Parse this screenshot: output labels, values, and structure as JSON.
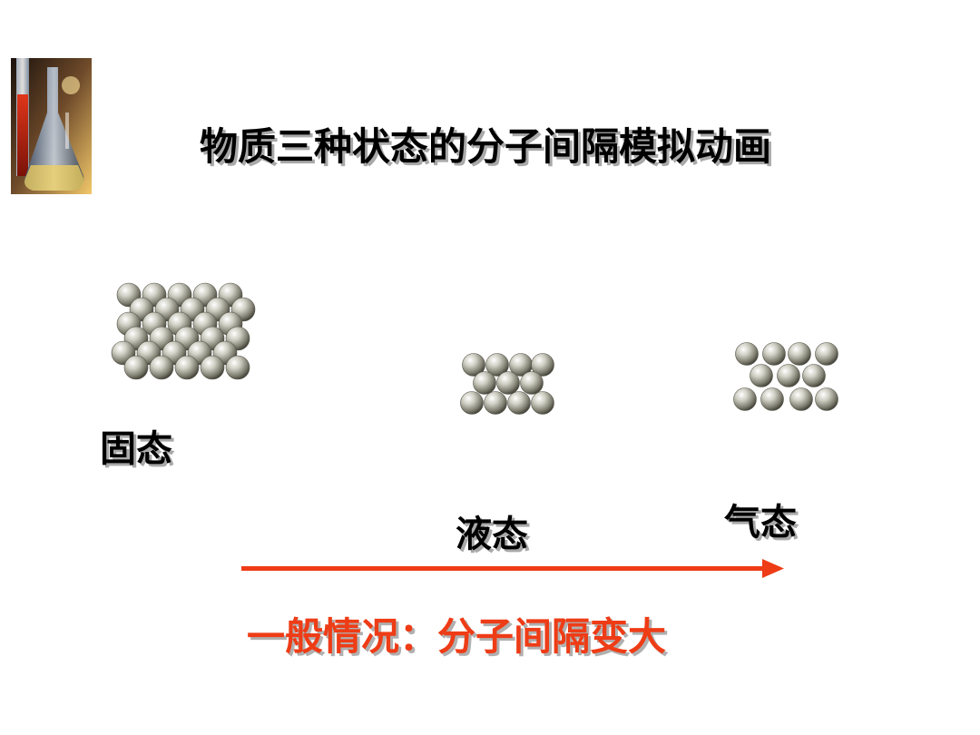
{
  "slide": {
    "title": "物质三种状态的分子间隔模拟动画",
    "conclusion": "一般情况：分子间隔变大"
  },
  "states": {
    "solid": {
      "label": "固态"
    },
    "liquid": {
      "label": "液态"
    },
    "gas": {
      "label": "气态"
    }
  },
  "colors": {
    "title_text": "#000000",
    "conclusion_text": "#ee3c16",
    "arrow": "#ee3c16",
    "text_shadow": "#a9a9a9"
  },
  "decor": {
    "corner_image": "lab-glassware-photo"
  }
}
